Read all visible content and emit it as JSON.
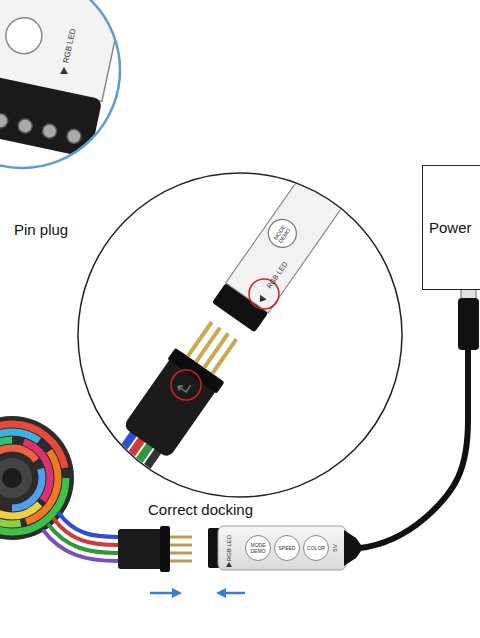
{
  "diagram": {
    "nodes": [
      {
        "text": [
          "Power"
        ]
      }
    ],
    "labels": [
      "RGB LED",
      "Pin plug",
      "RGB LED",
      "MODE DEMO",
      "Correct docking",
      "RGB LED",
      "MODE DEMO",
      "SPEED",
      "COLOR",
      "5V"
    ]
  }
}
